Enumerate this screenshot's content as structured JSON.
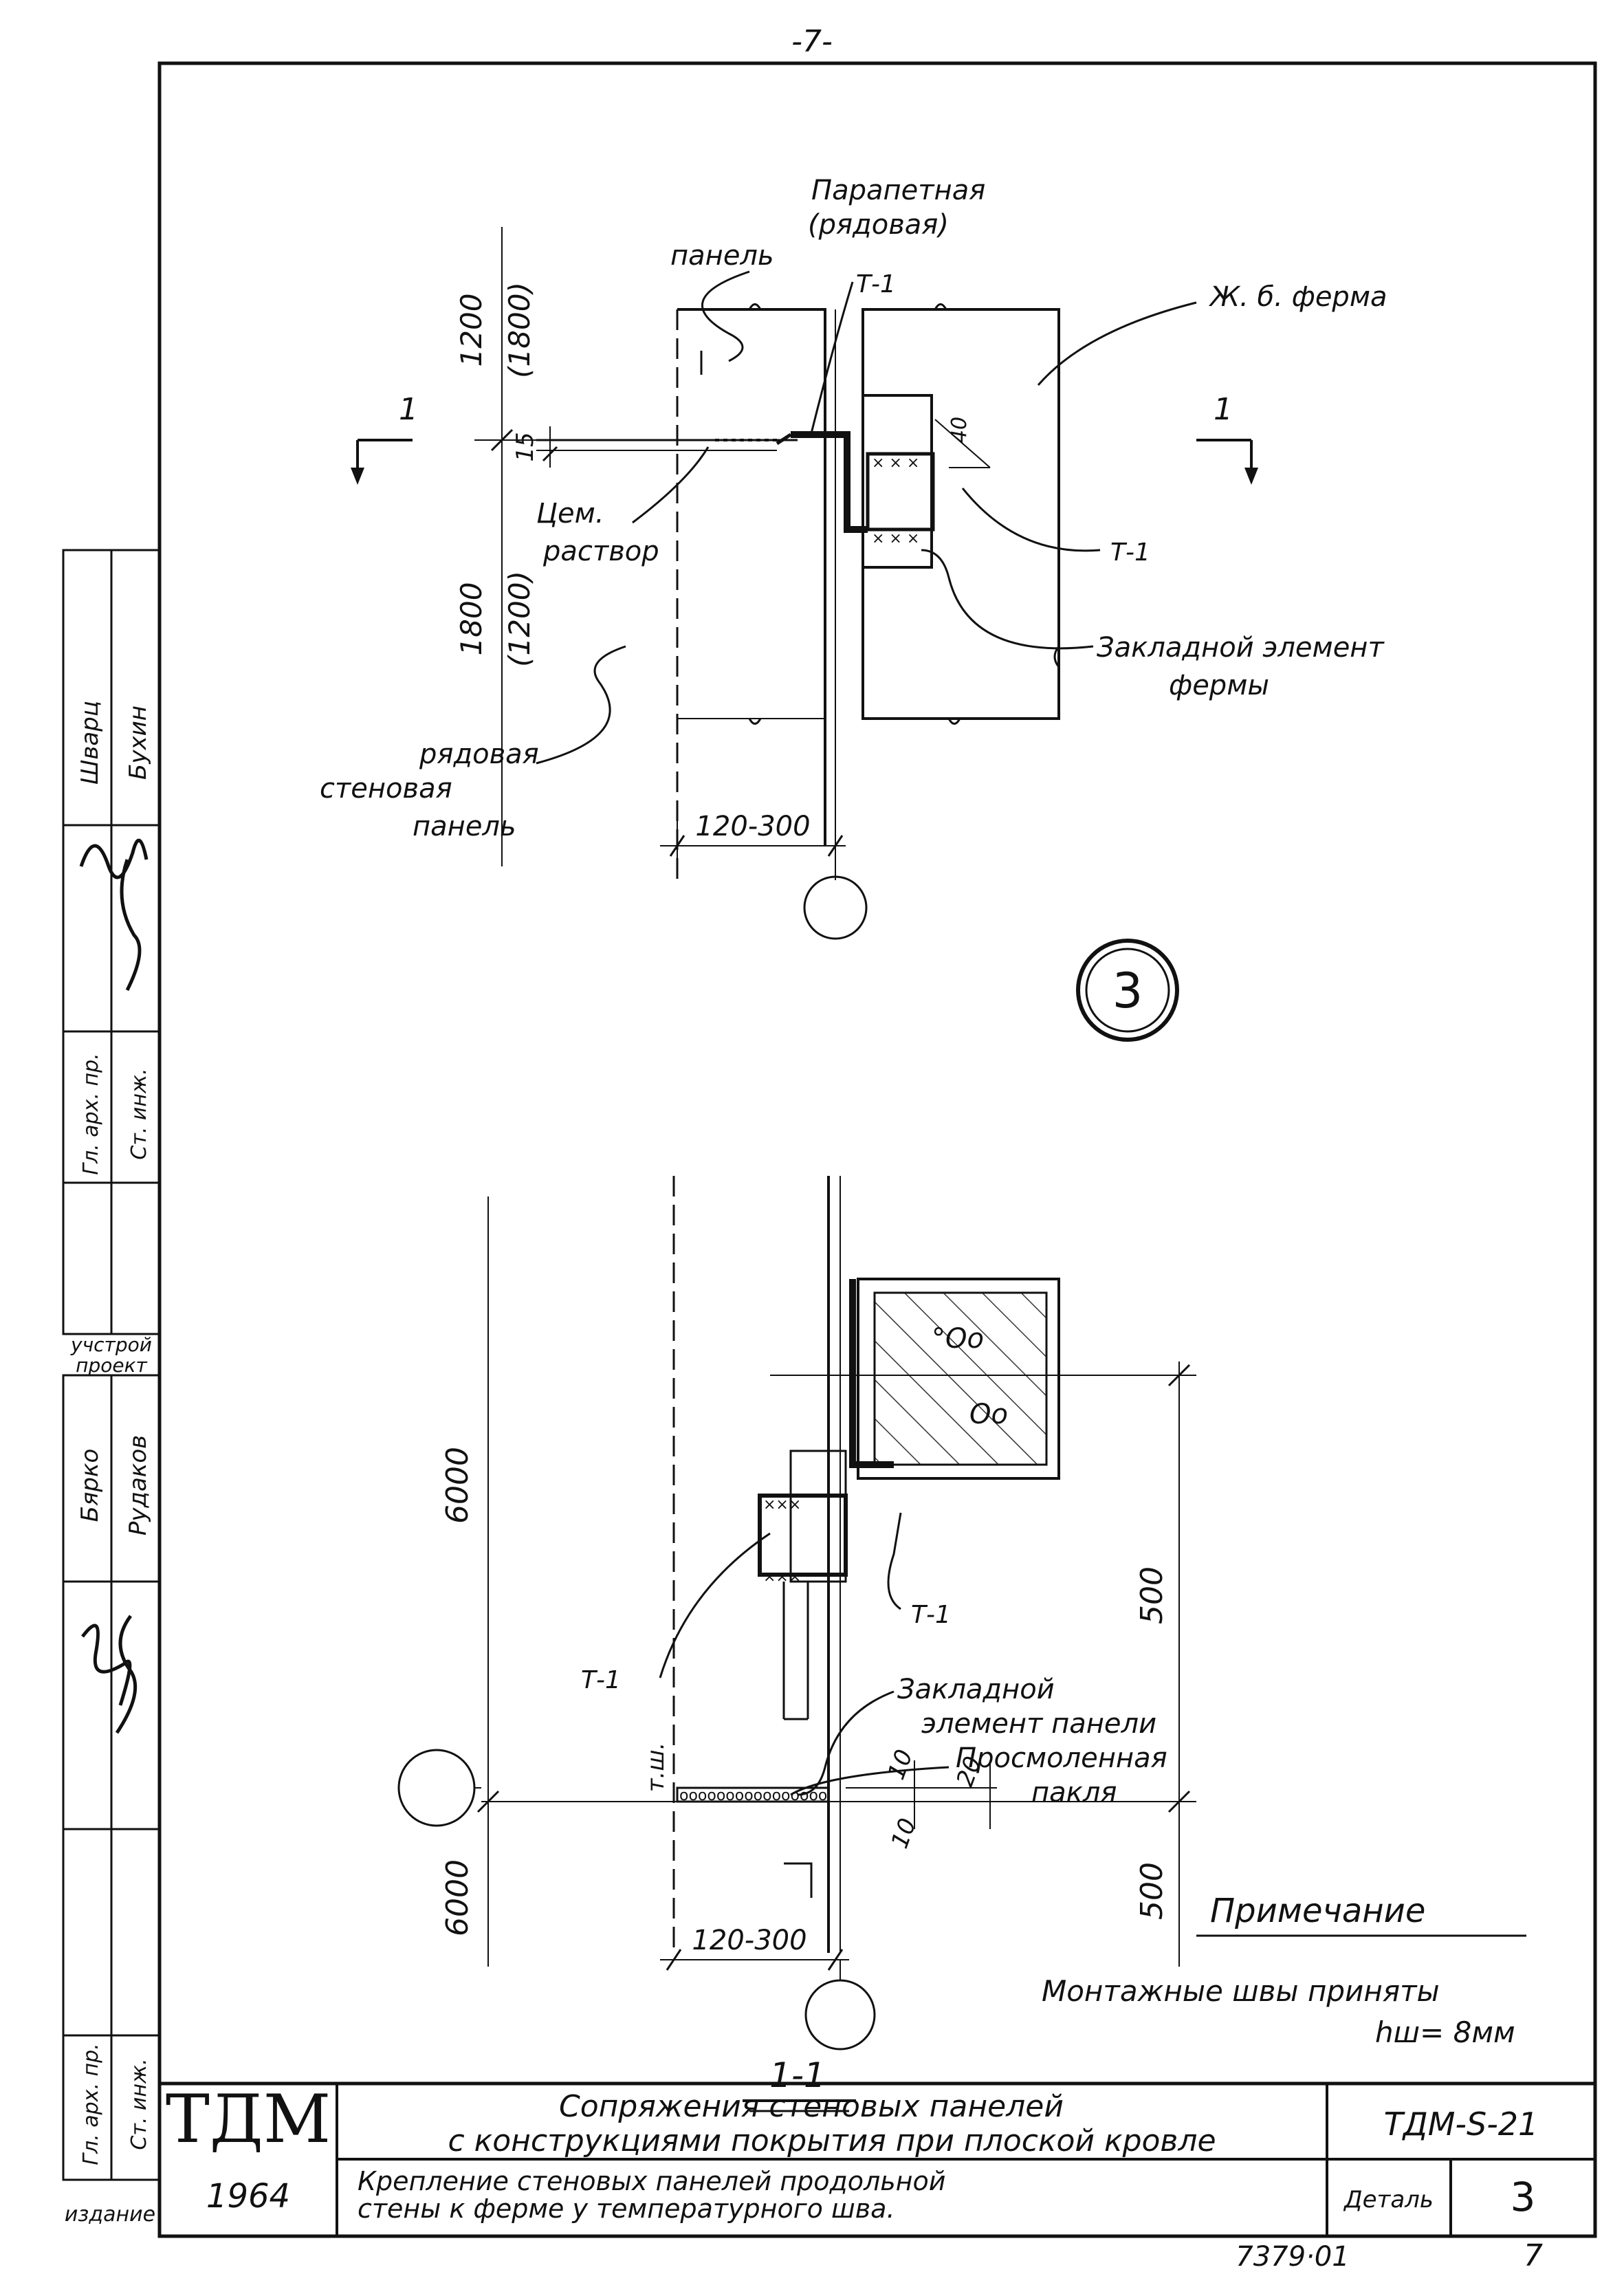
{
  "page_number": "-7-",
  "detail_marker": "3",
  "top_view": {
    "parapet_label": [
      "Парапетная",
      "(рядовая)",
      "панель"
    ],
    "truss_label": "Ж. б. ферма",
    "mortar_label": [
      "Цем.",
      "раствор"
    ],
    "embed_label": [
      "Закладной элемент",
      "фермы"
    ],
    "row_panel_label": [
      "рядовая",
      "стеновая",
      "панель"
    ],
    "weld_top": "Т-1",
    "weld_right": "Т-1",
    "dim_1200": "1200",
    "dim_1800p": "(1800)",
    "dim_1800": "1800",
    "dim_1200p": "(1200)",
    "dim_15": "15",
    "dim_40": "40",
    "dim_width": "120-300",
    "section_mark": "1"
  },
  "bottom_view": {
    "weld_left": "Т-1",
    "weld_right": "Т-1",
    "embed_panel_label": [
      "Закладной",
      "элемент панели"
    ],
    "tow_label": [
      "Просмоленная",
      "пакля"
    ],
    "joint_label": "т.ш.",
    "dim_6000_top": "6000",
    "dim_6000_bottom": "6000",
    "dim_500_top": "500",
    "dim_500_bottom": "500",
    "dim_10a": "10",
    "dim_20": "20",
    "dim_10b": "10",
    "dim_width": "120-300",
    "section_title": "1-1"
  },
  "note": {
    "title": "Примечание",
    "line1": "Монтажные швы приняты",
    "line2": "hш= 8мм"
  },
  "title_block": {
    "logo": "ТДМ",
    "year": "1964",
    "title_line1": "Сопряжения стеновых панелей",
    "title_line2": "с конструкциями покрытия при плоской кровле",
    "subtitle_line1": "Крепление стеновых панелей продольной",
    "subtitle_line2": "стены к ферме у температурного шва.",
    "code": "ТДМ-S-21",
    "detail_label": "Деталь",
    "detail_number": "3"
  },
  "footer": {
    "sheet_code": "7379·01",
    "sheet_number": "7"
  },
  "side_stamp": {
    "names": [
      "Шварц",
      "Бухин",
      "Бярко",
      "Рудаков"
    ],
    "roles": [
      "Гл. арх. пр.",
      "Ст. инж.",
      "Гл. арх. пр.",
      "Ст. инж."
    ],
    "org_line1": "учстрой",
    "org_line2": "проект",
    "edition": "издание"
  }
}
